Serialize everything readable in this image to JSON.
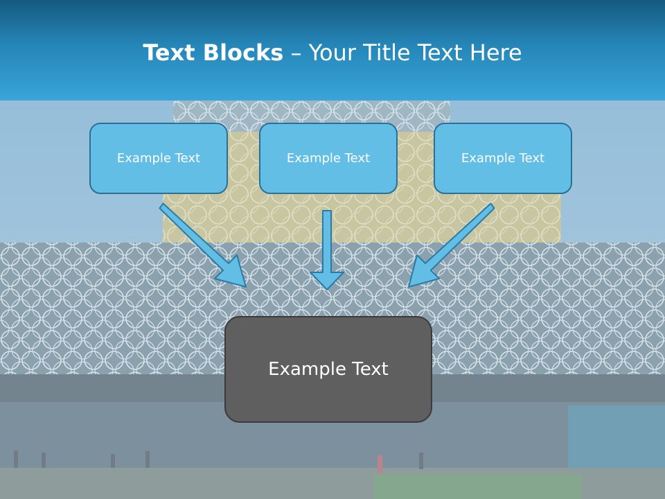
{
  "title": {
    "bold": "Text Blocks",
    "separator": " – ",
    "rest": "Your Title Text Here"
  },
  "boxes": [
    {
      "text": "Example Text"
    },
    {
      "text": "Example Text"
    },
    {
      "text": "Example Text"
    }
  ],
  "center_box": {
    "text": "Example Text"
  },
  "colors": {
    "title_text": "#ffffff",
    "banner_dark": "#15597e",
    "banner_light": "#3aa4d8",
    "small_box_fill": "#63bee6",
    "small_box_border": "#2a6f95",
    "center_box_fill": "#5f5f5f",
    "arrow_fill": "#63bee6",
    "arrow_stroke": "#2a7aa5"
  },
  "icons": [
    "arrow-down-right-icon",
    "arrow-down-icon",
    "arrow-down-left-icon"
  ]
}
